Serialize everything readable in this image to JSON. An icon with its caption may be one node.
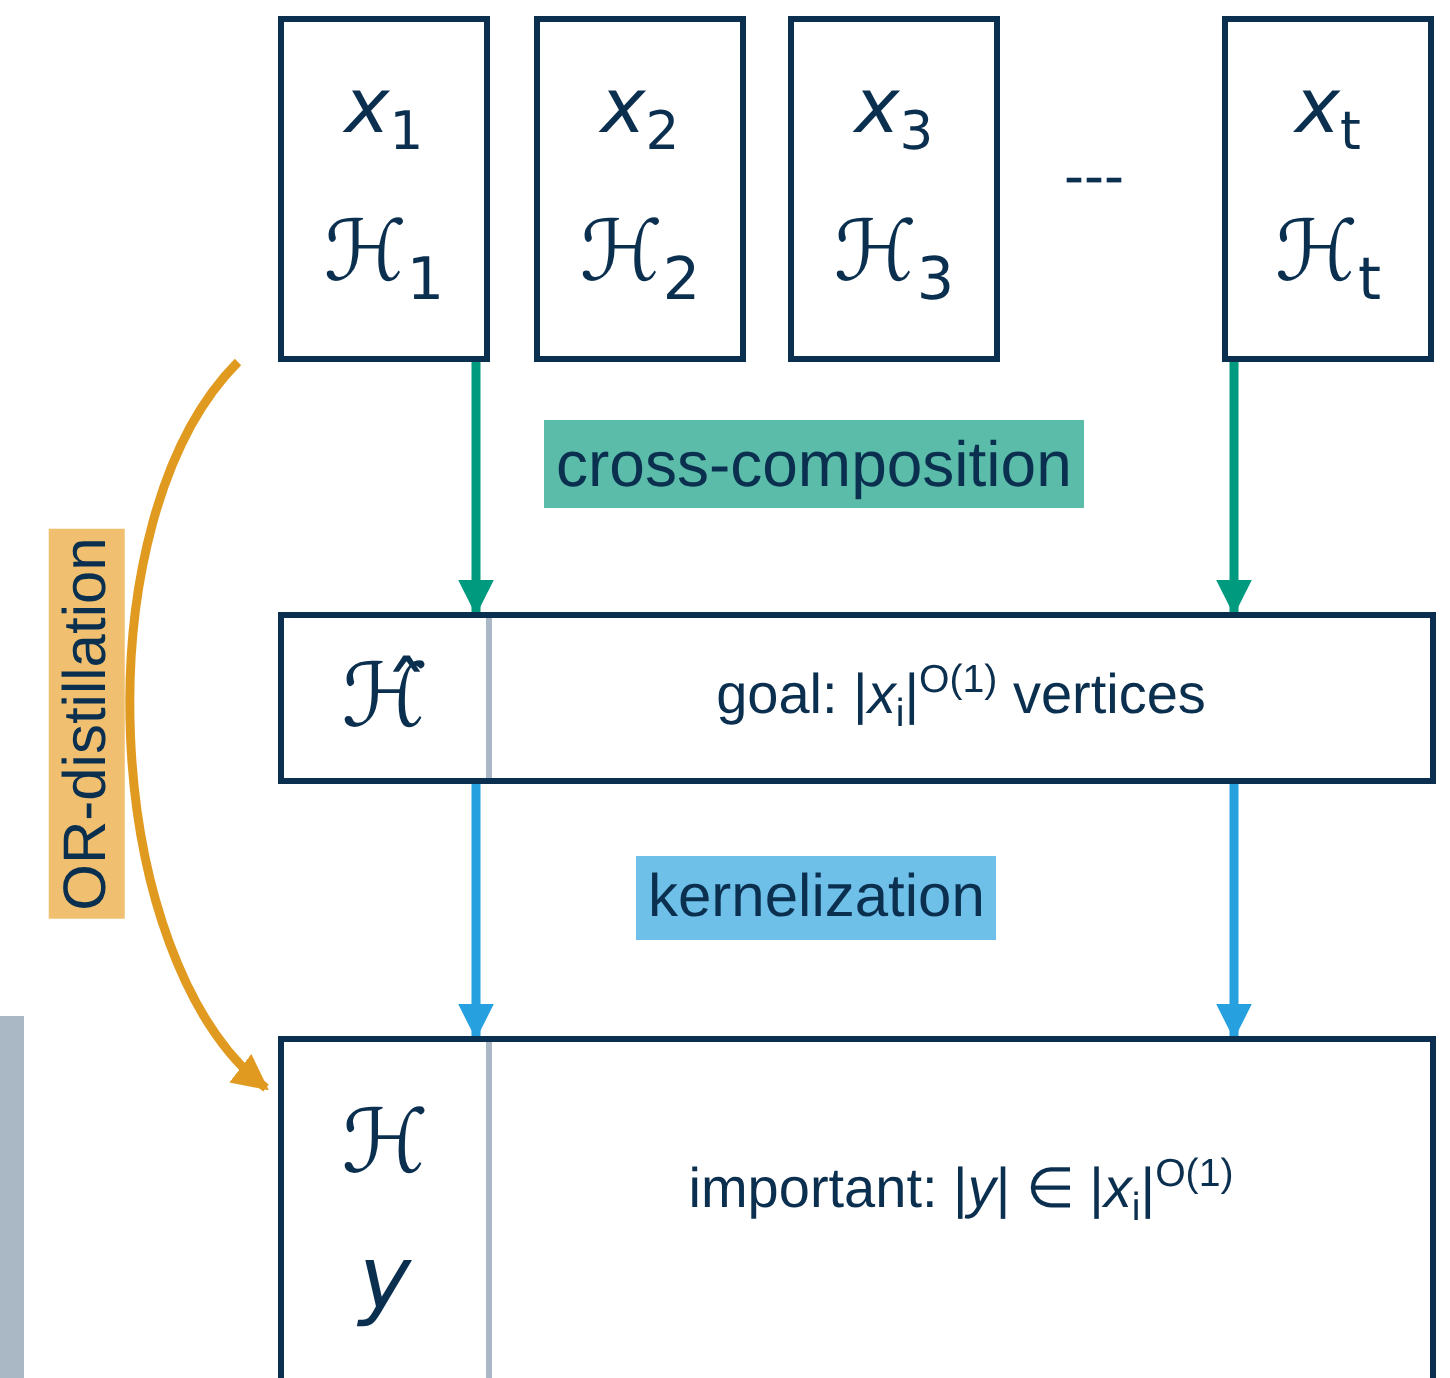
{
  "diagram": {
    "nodes": [
      {
        "text": [
          "*x*$_{1}$",
          "ℋ$_{1}$"
        ]
      },
      {
        "text": [
          "*x*$_{2}$",
          "ℋ$_{2}$"
        ]
      },
      {
        "text": [
          "*x*$_{3}$",
          "ℋ$_{3}$"
        ]
      },
      {
        "text": [
          "*x*$_{t}$",
          "ℋ$_{t}$"
        ]
      },
      {
        "text": [
          "ℋ̂",
          "goal: |*x*$_{i}$|$^{O(1)}$ vertices"
        ]
      },
      {
        "text": [
          "ℋ",
          "*y*",
          "important: |*y*| ∈ |*x*$_{i}$|$^{O(1)}$"
        ]
      }
    ],
    "edges": [
      {
        "from": 0,
        "to": 4,
        "arrow": "to",
        "color": "#009a7e"
      },
      {
        "from": 3,
        "to": 4,
        "arrow": "to",
        "color": "#009a7e"
      },
      {
        "from": 4,
        "to": 5,
        "arrow": "to",
        "color": "#27a0e0"
      },
      {
        "from": 4,
        "to": 5,
        "arrow": "to",
        "color": "#27a0e0"
      },
      {
        "from": 0,
        "to": 5,
        "arrow": "to",
        "label": "OR-distillation",
        "color": "#e09a20"
      }
    ],
    "labels": [
      "---",
      "cross-composition",
      "kernelization"
    ]
  }
}
